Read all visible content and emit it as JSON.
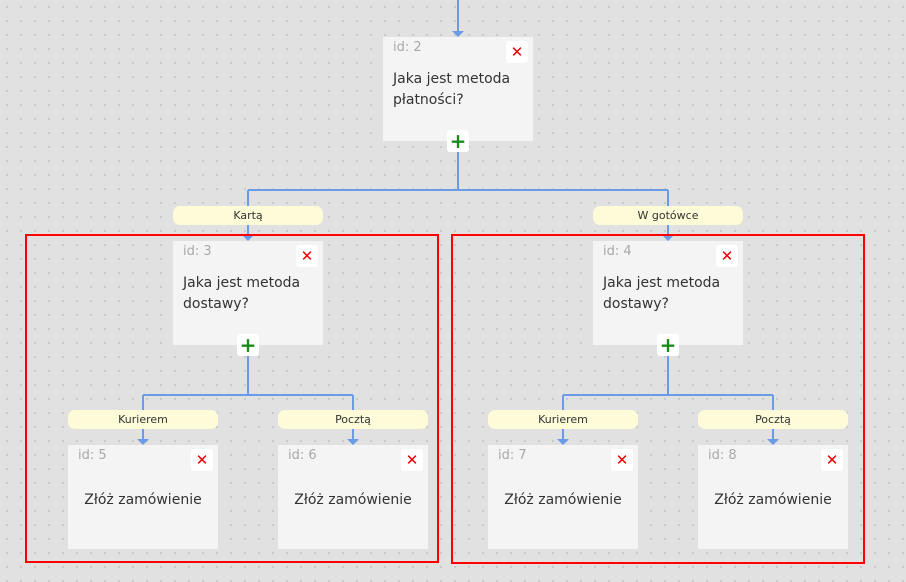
{
  "nodes": [
    {
      "id": "id: 2",
      "text": "Jaka jest metoda płatności?"
    },
    {
      "id": "id: 3",
      "text": "Jaka jest metoda dostawy?"
    },
    {
      "id": "id: 4",
      "text": "Jaka jest metoda dostawy?"
    },
    {
      "id": "id: 5",
      "text": "Złóż zamówienie"
    },
    {
      "id": "id: 6",
      "text": "Złóż zamówienie"
    },
    {
      "id": "id: 7",
      "text": "Złóż zamówienie"
    },
    {
      "id": "id: 8",
      "text": "Złóż zamówienie"
    }
  ],
  "edges": [
    "Kartą",
    "W gotówce",
    "Kurierem",
    "Pocztą",
    "Kurierem",
    "Pocztą"
  ],
  "icons": {
    "delete": "✕",
    "add": "+"
  },
  "colors": {
    "connector": "#6a9be8",
    "highlight": "#ff0000",
    "delete": "#ee0000",
    "add": "#1a8a1a"
  }
}
